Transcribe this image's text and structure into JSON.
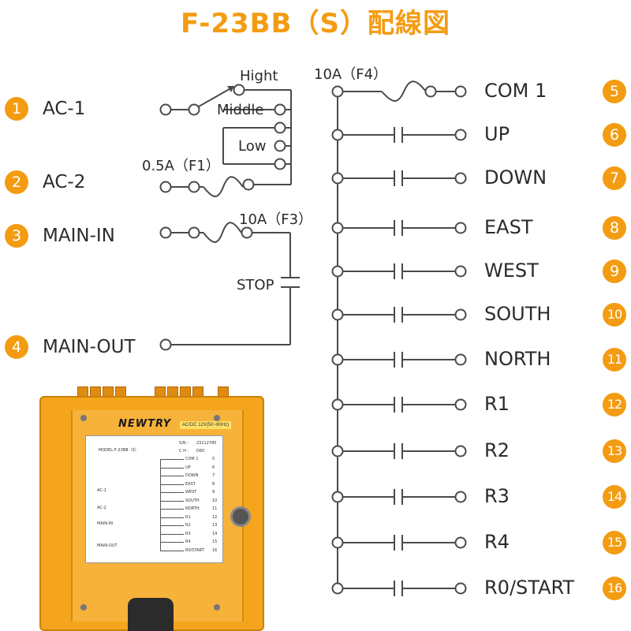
{
  "title": "F-23BB（S）配線図",
  "colors": {
    "title": "#f39c12",
    "badge": "#f39c12",
    "line": "#4a4a4a"
  },
  "left_terminals": [
    {
      "badge": "1",
      "label": "AC-1"
    },
    {
      "badge": "2",
      "label": "AC-2"
    },
    {
      "badge": "3",
      "label": "MAIN-IN"
    },
    {
      "badge": "4",
      "label": "MAIN-OUT"
    }
  ],
  "voltage_taps": [
    "Hight",
    "Middle",
    "Low"
  ],
  "fuses": {
    "f1": "0.5A（F1）",
    "f3": "10A（F3）",
    "f4": "10A（F4）"
  },
  "stop_label": "STOP",
  "right_terminals": [
    {
      "badge": "5",
      "label": "COM 1"
    },
    {
      "badge": "6",
      "label": "UP"
    },
    {
      "badge": "7",
      "label": "DOWN"
    },
    {
      "badge": "8",
      "label": "EAST"
    },
    {
      "badge": "9",
      "label": "WEST"
    },
    {
      "badge": "10",
      "label": "SOUTH"
    },
    {
      "badge": "11",
      "label": "NORTH"
    },
    {
      "badge": "12",
      "label": "R1"
    },
    {
      "badge": "13",
      "label": "R2"
    },
    {
      "badge": "14",
      "label": "R3"
    },
    {
      "badge": "15",
      "label": "R4"
    },
    {
      "badge": "16",
      "label": "R0/START"
    }
  ],
  "device": {
    "brand": "NEWTRY",
    "voltage": "AC/DC 12V(50~60Hz)",
    "model": "MODEL:F-23BB（S）",
    "sn_label": "S/N :",
    "sn_value": "23112780",
    "ch_label": "C H :",
    "ch_value": "D60"
  }
}
